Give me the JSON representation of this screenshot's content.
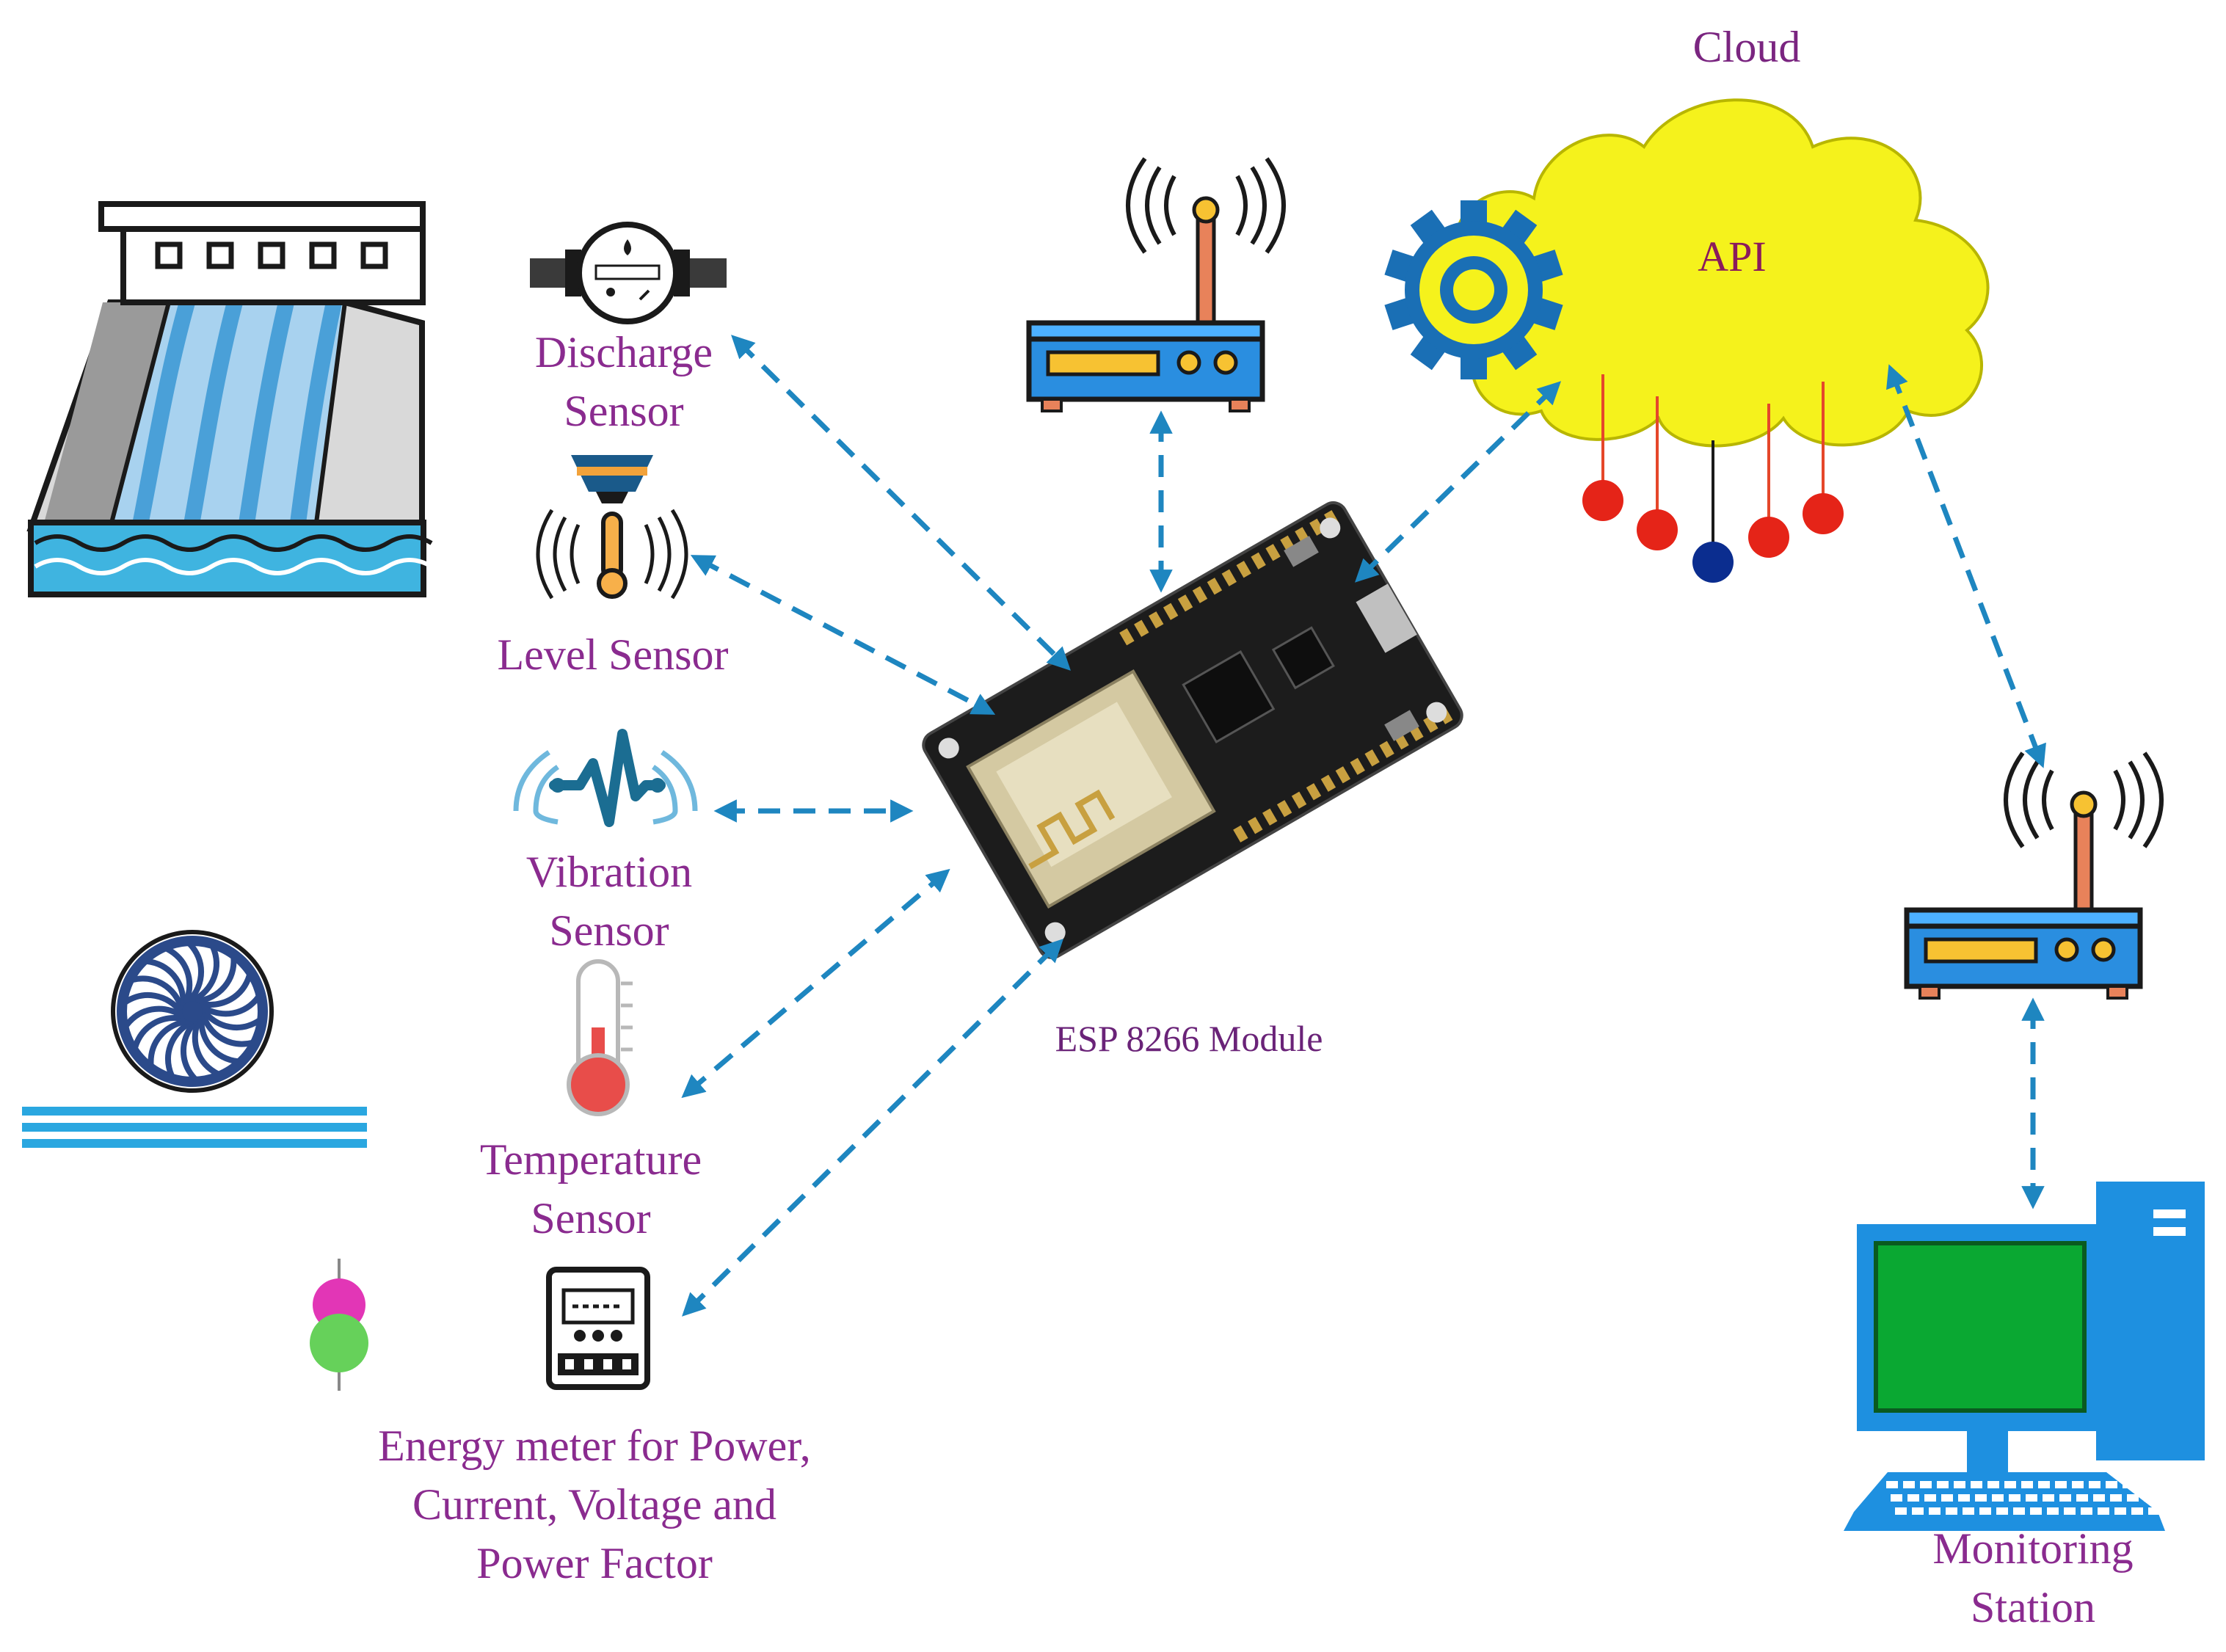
{
  "labels": {
    "cloud": "Cloud",
    "api": "API",
    "discharge": "Discharge\nSensor",
    "level": "Level Sensor",
    "vibration": "Vibration\nSensor",
    "temperature": "Temperature\nSensor",
    "energy": "Energy meter for Power,\nCurrent, Voltage and\nPower Factor",
    "esp": "ESP 8266 Module",
    "monitoring": "Monitoring\nStation"
  },
  "colors": {
    "label": "#8a2b8f",
    "arrow": "#1e86c0",
    "cloud_fill": "#f5f21c",
    "gear": "#1a6fb5",
    "router": "#2a8ee0",
    "monitor_screen": "#0aa832",
    "water": "#3fb4e0",
    "sensor_drop_red": "#e52418",
    "sensor_drop_blue": "#0b2d8f"
  },
  "icons": {
    "dam": "hydro-dam-icon",
    "turbine": "water-turbine-icon",
    "discharge": "water-meter-icon",
    "level": "level-sensor-icon",
    "vibration": "vibration-icon",
    "temperature": "thermometer-icon",
    "energy": "energy-meter-icon",
    "indicator": "indicator-lights-icon",
    "router": "wifi-router-icon",
    "cloud": "cloud-icon",
    "gear": "gear-icon",
    "esp": "esp8266-board-icon",
    "computer": "desktop-computer-icon"
  }
}
